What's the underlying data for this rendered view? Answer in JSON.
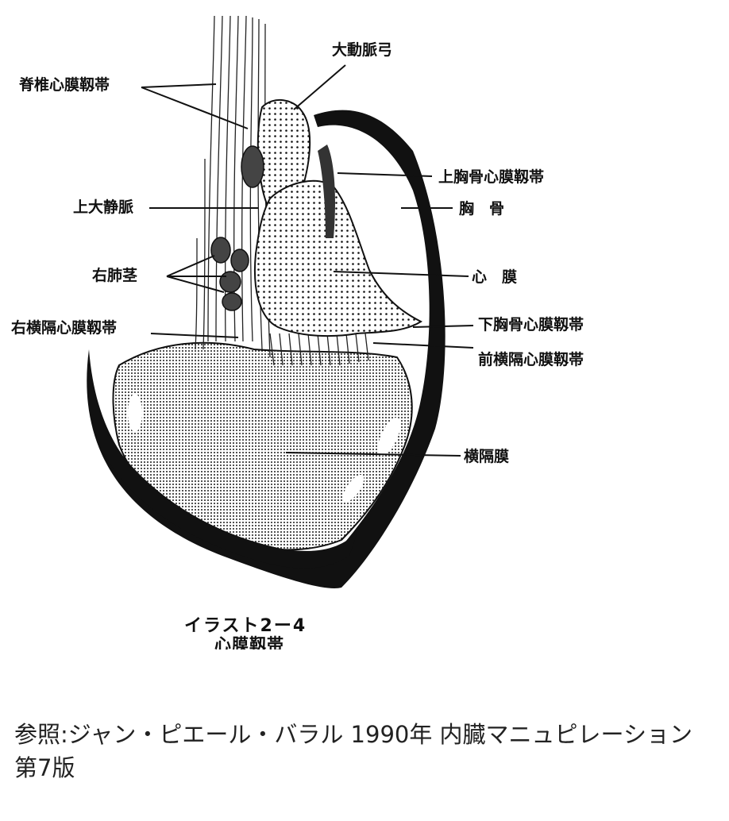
{
  "figure": {
    "labels": {
      "vertebro_pericardial": "脊椎心膜靱帯",
      "aortic_arch": "大動脈弓",
      "superior_sterno_pericardial": "上胸骨心膜靱帯",
      "sternum": "胸　骨",
      "superior_vena_cava": "上大静脈",
      "right_lung_hilum": "右肺茎",
      "pericardium": "心　膜",
      "right_phreno_pericardial": "右横隔心膜靱帯",
      "inferior_sterno_pericardial": "下胸骨心膜靱帯",
      "anterior_phreno_pericardial": "前横隔心膜靱帯",
      "diaphragm": "横隔膜"
    },
    "caption_number": "イラスト2ー4",
    "caption_title": "心膜靱帯"
  },
  "reference": "参照:ジャン・ピエール・バラル 1990年 内臓マニュピレーション 第7版"
}
